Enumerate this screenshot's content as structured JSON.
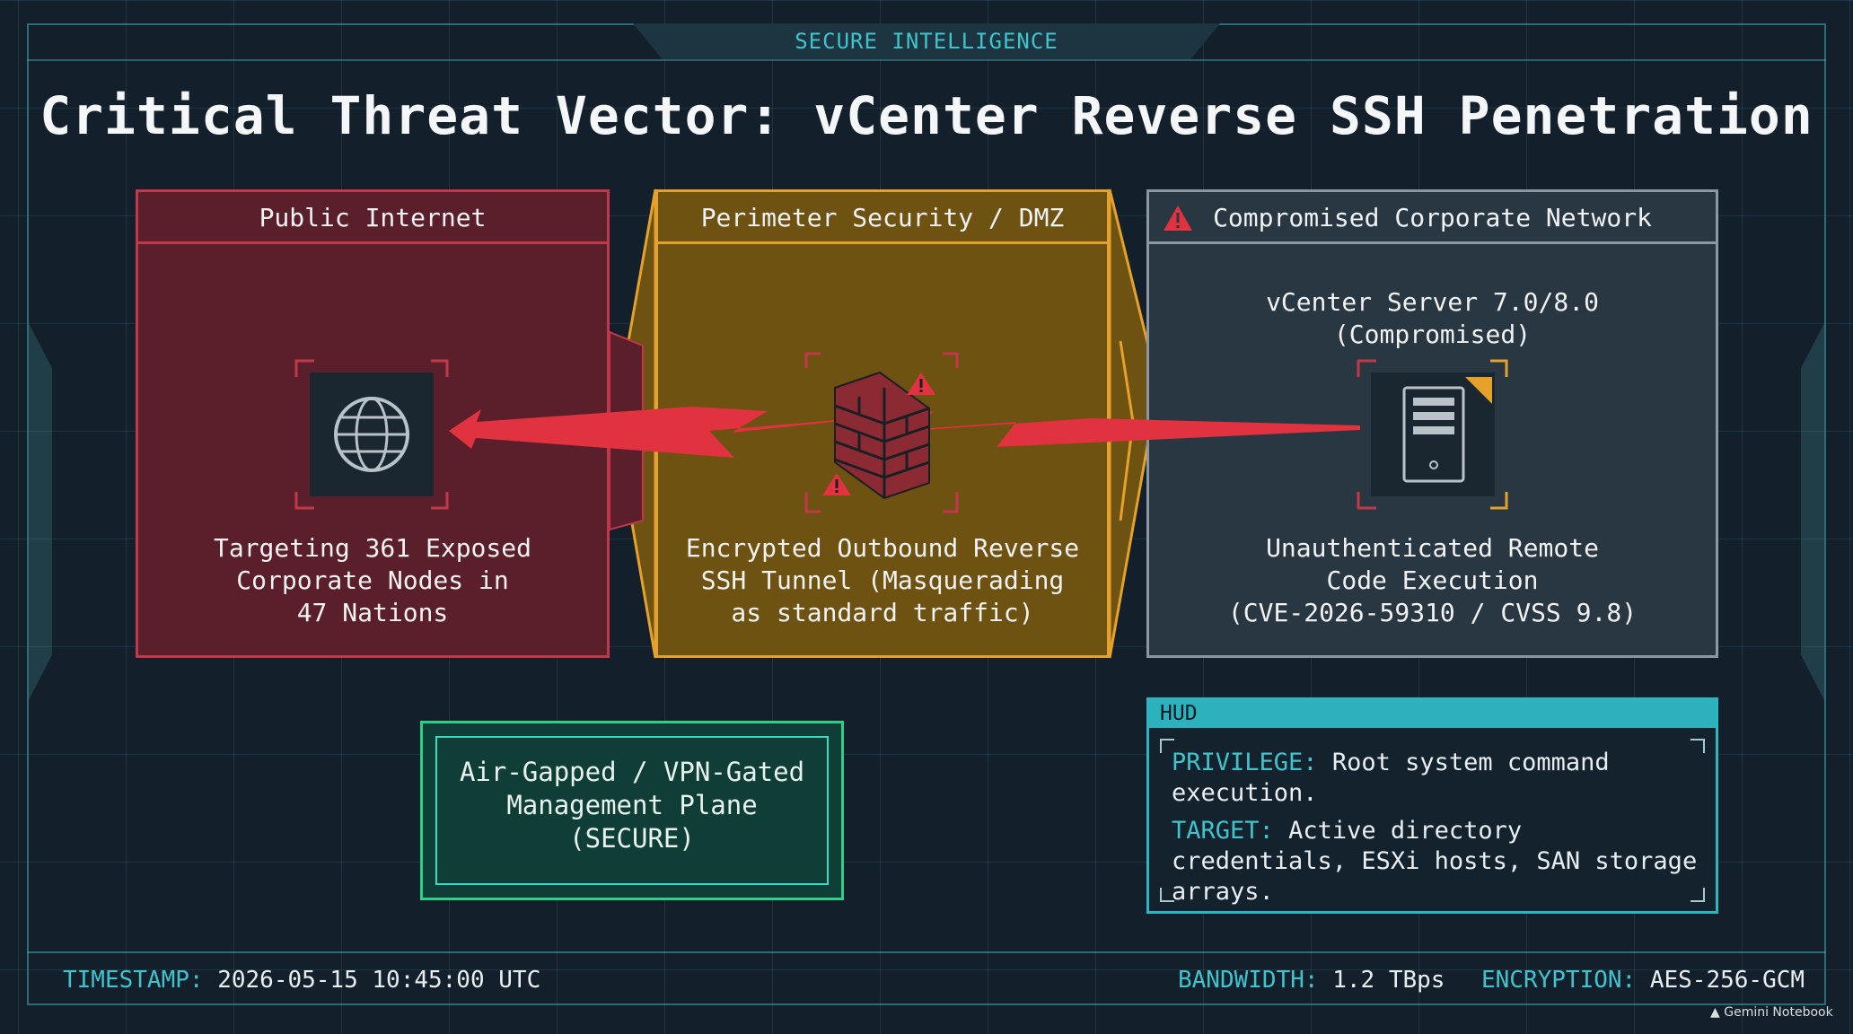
{
  "header": {
    "tab_label": "SECURE INTELLIGENCE",
    "title": "Critical Threat Vector: vCenter Reverse SSH Penetration"
  },
  "zones": {
    "public": {
      "title": "Public Internet",
      "icon": "globe-icon",
      "lines": [
        "Targeting 361 Exposed",
        "Corporate Nodes in",
        "47 Nations"
      ]
    },
    "dmz": {
      "title": "Perimeter Security / DMZ",
      "icon": "firewall-icon",
      "lines": [
        "Encrypted Outbound Reverse",
        "SSH Tunnel (Masquerading",
        "as standard traffic)"
      ]
    },
    "corp": {
      "title": "Compromised Corporate Network",
      "icon": "warning-icon",
      "server_lines": [
        "vCenter Server 7.0/8.0",
        "(Compromised)"
      ],
      "lines": [
        "Unauthenticated Remote",
        "Code Execution",
        "(CVE-2026-59310 / CVSS 9.8)"
      ]
    }
  },
  "secure_plane": {
    "lines": [
      "Air-Gapped / VPN-Gated",
      "Management Plane",
      "(SECURE)"
    ]
  },
  "hud": {
    "label": "HUD",
    "privilege_key": "PRIVILEGE:",
    "privilege_val": "Root system command execution.",
    "target_key": "TARGET:",
    "target_val": "Active directory credentials, ESXi hosts, SAN storage arrays."
  },
  "footer": {
    "timestamp_key": "TIMESTAMP:",
    "timestamp_val": "2026-05-15 10:45:00 UTC",
    "bandwidth_key": "BANDWIDTH:",
    "bandwidth_val": "1.2 TBps",
    "encryption_key": "ENCRYPTION:",
    "encryption_val": "AES-256-GCM"
  },
  "brand": "Gemini Notebook",
  "colors": {
    "accent": "#3fc3cc",
    "threat": "#c0384a",
    "perimeter": "#e5a22a",
    "secure": "#2fcf8a",
    "arrow": "#e0323f"
  }
}
